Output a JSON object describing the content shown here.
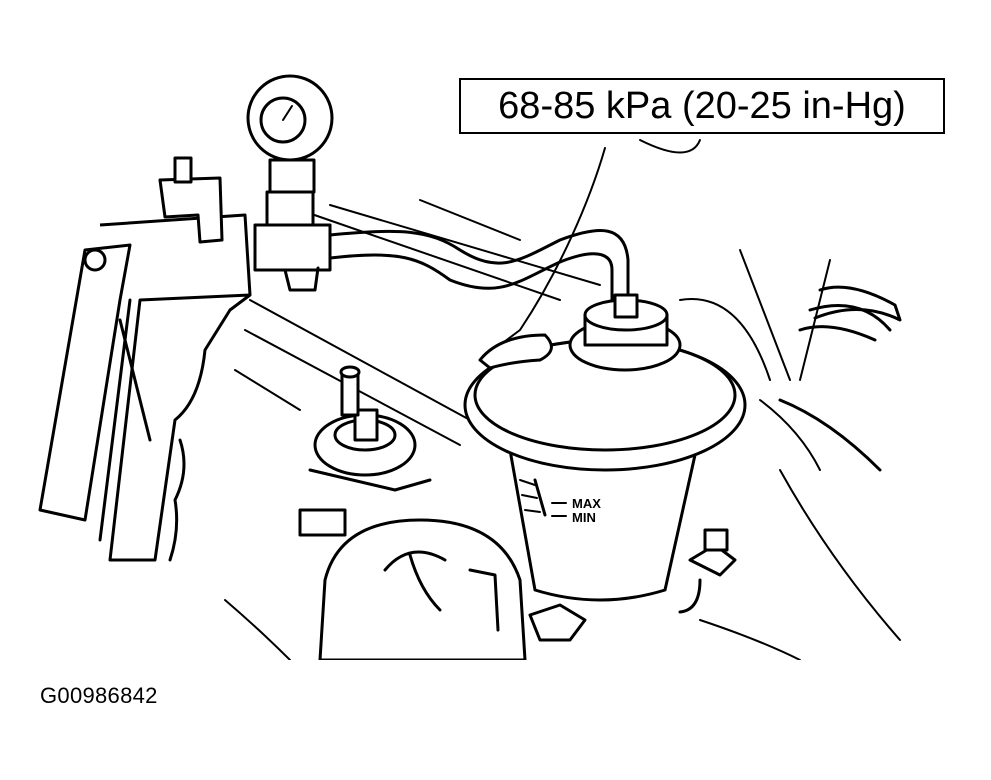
{
  "callout": {
    "pressure_spec": "68-85 kPa (20-25 in-Hg)"
  },
  "reservoir": {
    "max_mark": "MAX",
    "min_mark": "MIN"
  },
  "figure": {
    "id": "G00986842"
  }
}
